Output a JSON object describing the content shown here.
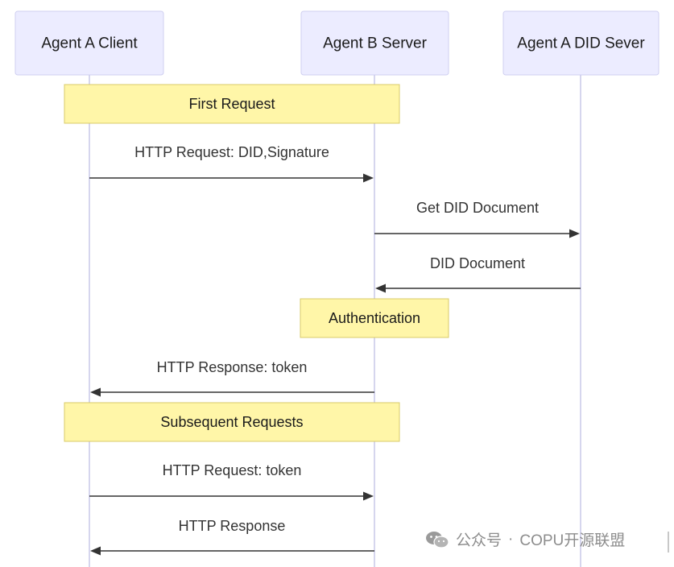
{
  "actors": [
    {
      "id": "a",
      "label": "Agent A Client"
    },
    {
      "id": "b",
      "label": "Agent B Server"
    },
    {
      "id": "c",
      "label": "Agent A DID Sever"
    }
  ],
  "sequence": [
    {
      "kind": "note",
      "text": "First Request",
      "over": [
        "a",
        "b"
      ]
    },
    {
      "kind": "message",
      "text": "HTTP Request: DID,Signature",
      "from": "a",
      "to": "b"
    },
    {
      "kind": "message",
      "text": "Get DID Document",
      "from": "b",
      "to": "c"
    },
    {
      "kind": "message",
      "text": "DID Document",
      "from": "c",
      "to": "b"
    },
    {
      "kind": "note",
      "text": "Authentication",
      "over": [
        "b"
      ]
    },
    {
      "kind": "message",
      "text": "HTTP Response: token",
      "from": "b",
      "to": "a"
    },
    {
      "kind": "note",
      "text": "Subsequent Requests",
      "over": [
        "a",
        "b"
      ]
    },
    {
      "kind": "message",
      "text": "HTTP Request: token",
      "from": "a",
      "to": "b"
    },
    {
      "kind": "message",
      "text": "HTTP Response",
      "from": "b",
      "to": "a"
    }
  ],
  "watermark": {
    "icon": "wechat-icon",
    "source": "公众号",
    "separator": "·",
    "account": "COPU开源联盟"
  },
  "colors": {
    "actor_fill": "#ececff",
    "actor_border": "#cfcff0",
    "lifeline": "#d6d6ee",
    "note_fill": "#fff6a8",
    "note_border": "#d8cb6a",
    "arrow": "#333333",
    "watermark_text": "#8c8c8c"
  }
}
